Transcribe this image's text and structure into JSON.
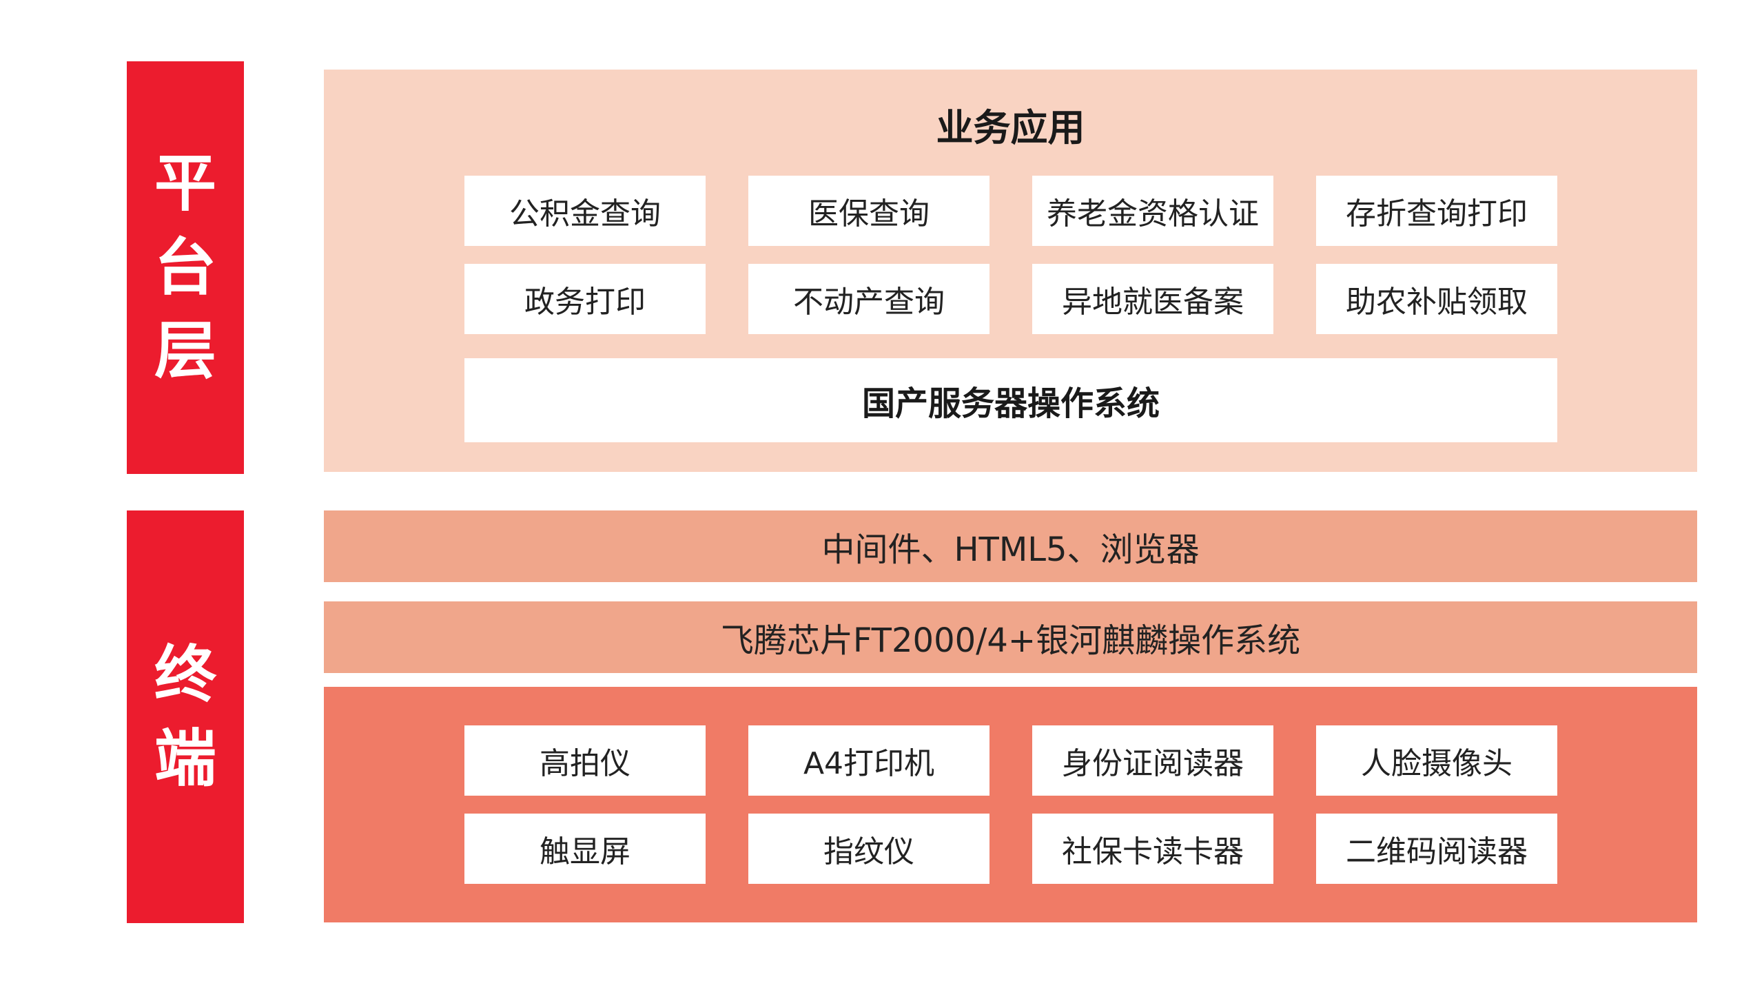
{
  "side_labels": {
    "platform": [
      "平",
      "台",
      "层"
    ],
    "terminal": [
      "终",
      "端"
    ]
  },
  "platform": {
    "title": "业务应用",
    "apps_row1": [
      "公积金查询",
      "医保查询",
      "养老金资格认证",
      "存折查询打印"
    ],
    "apps_row2": [
      "政务打印",
      "不动产查询",
      "异地就医备案",
      "助农补贴领取"
    ],
    "server_os": "国产服务器操作系统"
  },
  "middleware": "中间件、HTML5、浏览器",
  "terminal_os": "飞腾芯片FT2000/4+银河麒麟操作系统",
  "terminal": {
    "devices_row1": [
      "高拍仪",
      "A4打印机",
      "身份证阅读器",
      "人脸摄像头"
    ],
    "devices_row2": [
      "触显屏",
      "指纹仪",
      "社保卡读卡器",
      "二维码阅读器"
    ]
  },
  "colors": {
    "label_red": "#ec1c2e",
    "platform_bg": "#f9d3c2",
    "bar_bg": "#f0a68b",
    "terminal_bg": "#f07b66"
  }
}
